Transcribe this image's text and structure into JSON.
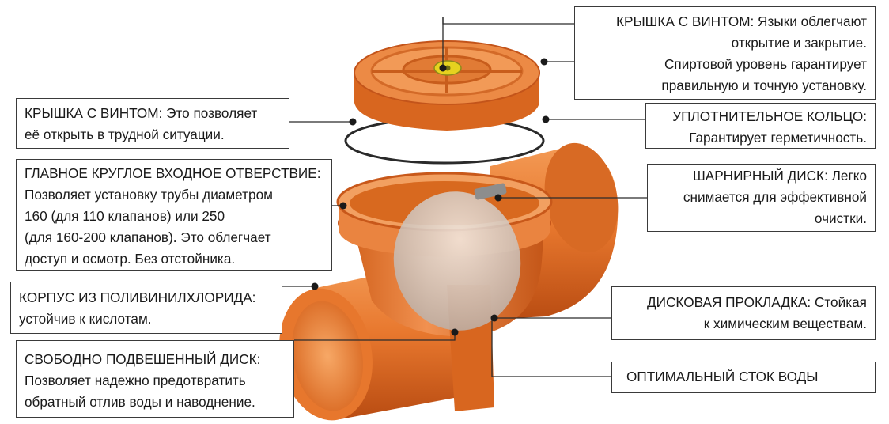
{
  "callouts": {
    "lid_screw_right": {
      "lines": [
        "КРЫШКА С ВИНТОМ: Языки облегчают",
        "открытие и закрытие.",
        "Спиртовой уровень гарантирует",
        "правильную и точную установку."
      ]
    },
    "lid_screw_left": {
      "lines": [
        "КРЫШКА С ВИНТОМ: Это позволяет",
        "её открыть в трудной ситуации."
      ]
    },
    "seal_ring": {
      "lines": [
        "УПЛОТНИТЕЛЬНОЕ КОЛЬЦО:",
        "Гарантирует герметичность."
      ]
    },
    "main_inlet": {
      "lines": [
        "ГЛАВНОЕ КРУГЛОЕ ВХОДНОЕ ОТВЕРСТВИЕ:",
        "Позволяет установку трубы диаметром",
        "160 (для 110 клапанов) или 250",
        "(для 160-200 клапанов). Это облегчает",
        "доступ и осмотр. Без отстойника."
      ]
    },
    "hinged_disc": {
      "lines": [
        "ШАРНИРНЫЙ ДИСК: Легко",
        "снимается для эффективной",
        "очистки."
      ]
    },
    "pvc_body": {
      "lines": [
        "КОРПУС ИЗ ПОЛИВИНИЛХЛОРИДА:",
        "устойчив к кислотам."
      ]
    },
    "disc_gasket": {
      "lines": [
        "ДИСКОВАЯ ПРОКЛАДКА: Стойкая",
        "к химическим веществам."
      ]
    },
    "free_disc": {
      "lines": [
        "СВОБОДНО ПОДВЕШЕННЫЙ ДИСК:",
        "Позволяет надежно предотвратить",
        "обратный отлив воды и наводнение."
      ]
    },
    "water_flow": {
      "lines": [
        "ОПТИМАЛЬНЫЙ СТОК ВОДЫ"
      ]
    }
  },
  "colors": {
    "pvc_orange": "#e8782e",
    "pvc_dark": "#b94c12",
    "pvc_light": "#f6a263",
    "level_yellow": "#e6d21f",
    "leader": "#2b2b2b"
  }
}
